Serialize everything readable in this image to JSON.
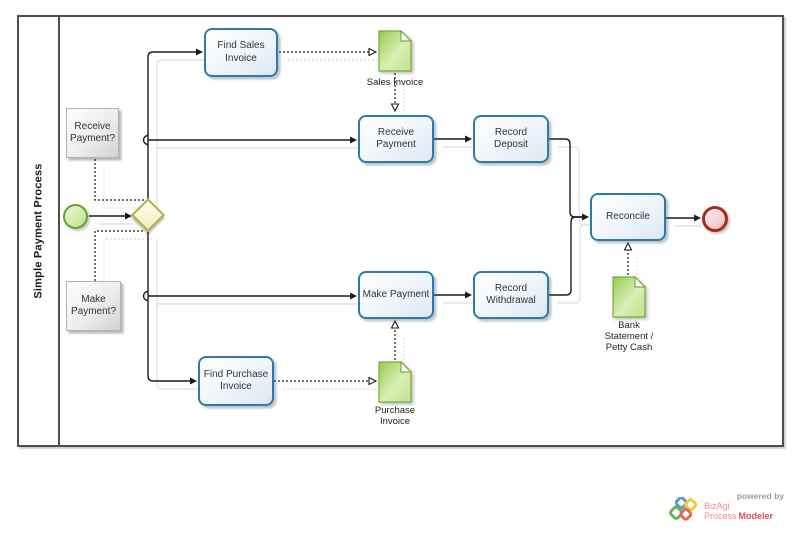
{
  "pool": {
    "title": "Simple Payment Process"
  },
  "tasks": {
    "find_sales_invoice": {
      "label": "Find Sales\nInvoice"
    },
    "receive_payment": {
      "label": "Receive\nPayment"
    },
    "record_deposit": {
      "label": "Record\nDeposit"
    },
    "make_payment": {
      "label": "Make Payment"
    },
    "record_withdrawal": {
      "label": "Record\nWithdrawal"
    },
    "find_purchase_invoice": {
      "label": "Find Purchase\nInvoice"
    },
    "reconcile": {
      "label": "Reconcile"
    }
  },
  "annotations": {
    "receive_payment_q": {
      "label": "Receive\nPayment?"
    },
    "make_payment_q": {
      "label": "Make\nPayment?"
    }
  },
  "data_objects": {
    "sales_invoice": {
      "label": "Sales Invoice"
    },
    "purchase_invoice": {
      "label": "Purchase\nInvoice"
    },
    "bank_statement": {
      "label": "Bank\nStatement /\nPetty Cash"
    }
  },
  "branding": {
    "powered_by": "powered by",
    "name": "BizAgi",
    "product_regular": "Process",
    "product_bold": "Modeler"
  },
  "colors": {
    "task_border": "#2b7cad",
    "data_object_green": "#8fc74e",
    "gateway_border": "#b9ae44",
    "start_event_border": "#61a237",
    "end_event_border": "#a8281e",
    "powered_by_gray": "#9b9b9b",
    "brand_red": "#d94f4f",
    "brand_pink": "#ef8d8d"
  }
}
